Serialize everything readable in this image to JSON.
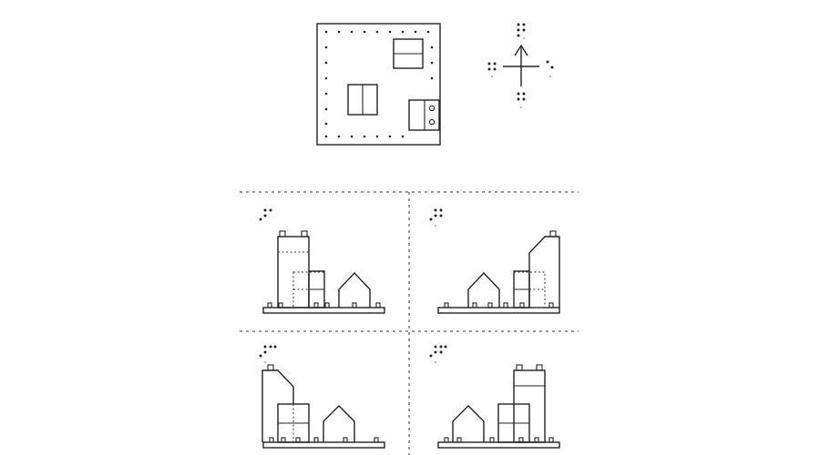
{
  "colors": {
    "ink": "#222222",
    "background": "#ffffff",
    "guide": "#bdbdbd"
  },
  "compass": {
    "north": "north-braille",
    "south": "south-braille",
    "east": "east-braille",
    "west": "west-braille",
    "arrow_icon": "arrow-up-icon"
  },
  "views": [
    {
      "id": "A"
    },
    {
      "id": "B"
    },
    {
      "id": "C"
    },
    {
      "id": "D"
    }
  ]
}
